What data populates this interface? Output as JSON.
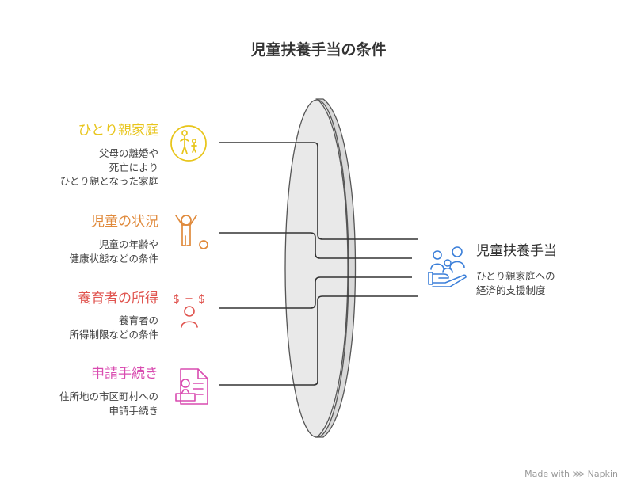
{
  "title": "児童扶養手当の条件",
  "categories": [
    {
      "title": "ひとり親家庭",
      "desc": [
        "父母の離婚や",
        "死亡により",
        "ひとり親となった家庭"
      ],
      "color": "#e8c51b",
      "icon": "parent-child-icon"
    },
    {
      "title": "児童の状況",
      "desc": [
        "児童の年齢や",
        "健康状態などの条件"
      ],
      "color": "#e08a3c",
      "icon": "child-icon"
    },
    {
      "title": "養育者の所得",
      "desc": [
        "養育者の",
        "所得制限などの条件"
      ],
      "color": "#e0544f",
      "icon": "income-icon"
    },
    {
      "title": "申請手続き",
      "desc": [
        "住所地の市区町村への",
        "申請手続き"
      ],
      "color": "#d94bb0",
      "icon": "application-form-icon"
    }
  ],
  "result": {
    "title": "児童扶養手当",
    "desc": [
      "ひとり親家庭への",
      "経済的支援制度"
    ],
    "color": "#3b7fd9",
    "icon": "family-support-icon"
  },
  "footer": {
    "made_with": "Made with",
    "brand": "Napkin"
  }
}
